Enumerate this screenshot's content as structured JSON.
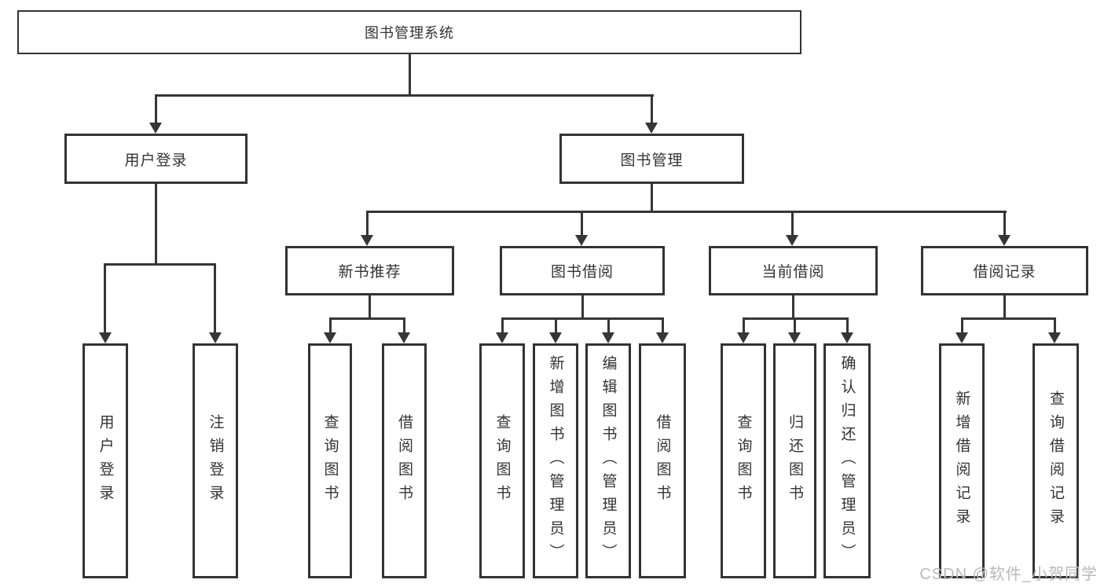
{
  "root": {
    "label": "图书管理系统"
  },
  "modules": [
    {
      "label": "用户登录",
      "features": [
        {
          "label": "用户登录"
        },
        {
          "label": "注销登录"
        }
      ]
    },
    {
      "label": "图书管理",
      "submodules": [
        {
          "label": "新书推荐",
          "features": [
            {
              "label": "查询图书"
            },
            {
              "label": "借阅图书"
            }
          ]
        },
        {
          "label": "图书借阅",
          "features": [
            {
              "label": "查询图书"
            },
            {
              "label": "新增图书（管理员）"
            },
            {
              "label": "编辑图书（管理员）"
            },
            {
              "label": "借阅图书"
            }
          ]
        },
        {
          "label": "当前借阅",
          "features": [
            {
              "label": "查询图书"
            },
            {
              "label": "归还图书"
            },
            {
              "label": "确认归还（管理员）"
            }
          ]
        },
        {
          "label": "借阅记录",
          "features": [
            {
              "label": "新增借阅记录"
            },
            {
              "label": "查询借阅记录"
            }
          ]
        }
      ]
    }
  ],
  "watermark": "CSDN @软件_小贺同学",
  "colors": {
    "line": "#363636",
    "text": "#333333",
    "watermark": "#b9b9b9",
    "background": "#ffffff"
  }
}
